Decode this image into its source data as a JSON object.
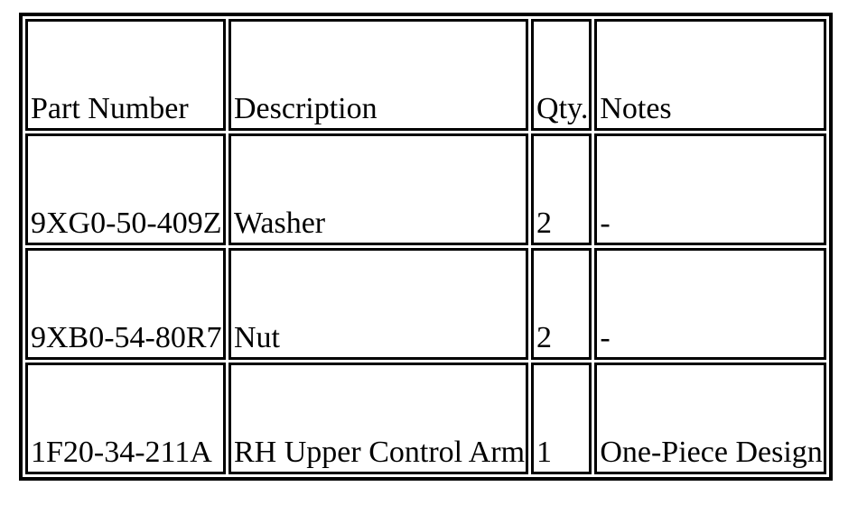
{
  "table": {
    "headers": [
      "Part Number",
      "Description",
      "Qty.",
      "Notes"
    ],
    "rows": [
      [
        "9XG0-50-409Z",
        "Washer",
        "2",
        "-"
      ],
      [
        "9XB0-54-80R7",
        "Nut",
        "2",
        "-"
      ],
      [
        "1F20-34-211A",
        "RH Upper Control Arm",
        "1",
        "One-Piece Design"
      ]
    ]
  },
  "colors": {
    "border": "#000000",
    "background": "#ffffff",
    "text": "#000000"
  }
}
